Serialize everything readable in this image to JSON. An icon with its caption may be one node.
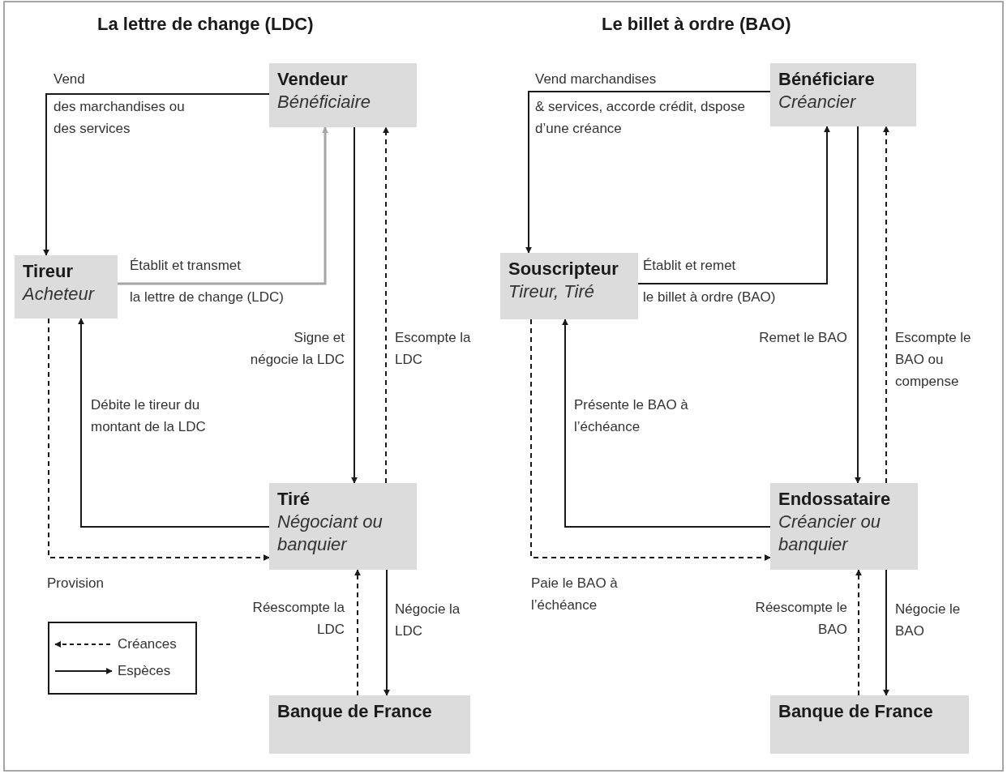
{
  "diagram": {
    "nodes": [
      {
        "text": [
          "Vendeur",
          "Bénéficiaire"
        ]
      },
      {
        "text": [
          "Tireur",
          "Acheteur"
        ]
      },
      {
        "text": [
          "Tiré",
          "Négociant ou banquier"
        ]
      },
      {
        "text": [
          "Banque de France"
        ]
      },
      {
        "text": [
          "Bénéficiare",
          "Créancier"
        ]
      },
      {
        "text": [
          "Souscripteur",
          "Tireur, Tiré"
        ]
      },
      {
        "text": [
          "Endossataire",
          "Créancier ou banquier"
        ]
      },
      {
        "text": [
          "Banque de France"
        ]
      }
    ],
    "edges": [
      {
        "from": 0,
        "to": 1,
        "arrow": "to"
      },
      {
        "from": 1,
        "to": 0,
        "arrow": "to",
        "color": "#a6a6a6"
      },
      {
        "from": 0,
        "to": 2,
        "arrow": "to",
        "label": "Signe et négocie la LDC"
      },
      {
        "from": 2,
        "to": 0,
        "arrow": "to",
        "style": "dashed",
        "label": "Escompte la LDC"
      },
      {
        "from": 2,
        "to": 1,
        "arrow": "to",
        "label": "Débite le tireur du montant de la LDC"
      },
      {
        "from": 1,
        "to": 2,
        "arrow": "to",
        "style": "dashed",
        "label": "Provision"
      },
      {
        "from": 3,
        "to": 2,
        "arrow": "to",
        "style": "dashed",
        "label": "Réescompte la LDC"
      },
      {
        "from": 2,
        "to": 3,
        "arrow": "to",
        "label": "Négocie la LDC"
      },
      {
        "from": 4,
        "to": 5,
        "arrow": "to"
      },
      {
        "from": 5,
        "to": 4,
        "arrow": "to"
      },
      {
        "from": 4,
        "to": 6,
        "arrow": "to",
        "label": "Remet le BAO"
      },
      {
        "from": 6,
        "to": 4,
        "arrow": "to",
        "style": "dashed",
        "label": "Escompte le BAO ou compense"
      },
      {
        "from": 6,
        "to": 5,
        "arrow": "to",
        "label": "Présente le BAO à l’échéance"
      },
      {
        "from": 5,
        "to": 6,
        "arrow": "to",
        "style": "dashed",
        "label": "Paie le BAO à l’échéance"
      },
      {
        "from": 7,
        "to": 6,
        "arrow": "to",
        "style": "dashed",
        "label": "Réescompte le BAO"
      },
      {
        "from": 6,
        "to": 7,
        "arrow": "to",
        "label": "Négocie le BAO"
      }
    ],
    "labels": [
      "La lettre de change (LDC)",
      "Le billet à ordre (BAO)",
      "Vend",
      "des marchandises ou des services",
      "Établit et transmet",
      "la lettre de change (LDC)",
      "Vend marchandises",
      "& services, accorde crédit, dspose d’une créance",
      "Établit et remet",
      "le billet à ordre (BAO)"
    ],
    "legend": [
      {
        "text": "Créances"
      },
      {
        "text": "Espèces"
      }
    ]
  }
}
